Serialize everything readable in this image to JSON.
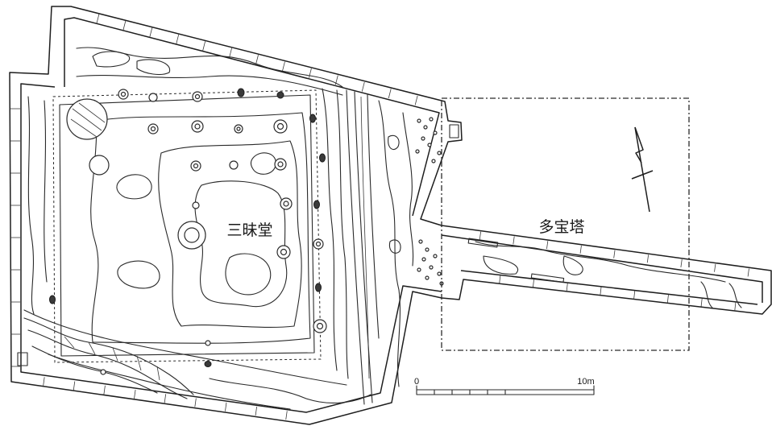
{
  "site_plan": {
    "hall_label": "三昧堂",
    "pagoda_label": "多宝塔"
  },
  "scale_bar": {
    "start_label": "0",
    "end_label": "10m"
  },
  "north_arrow": {
    "icon": "north-arrow-icon"
  },
  "colors": {
    "line": "#2a2a2a",
    "background": "#ffffff"
  }
}
